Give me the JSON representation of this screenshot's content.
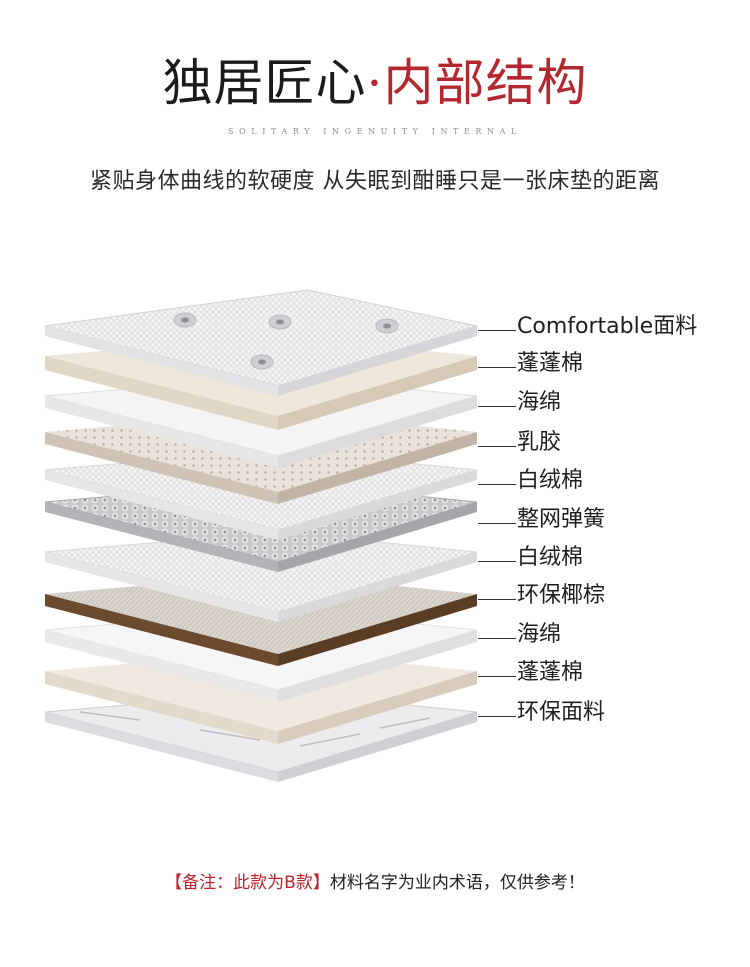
{
  "header": {
    "title_dark": "独居匠心",
    "title_dot": "·",
    "title_red": "内部结构",
    "subtitle_en": "SOLITARY INGENUITY INTERNAL",
    "tagline": "紧贴身体曲线的软硬度 从失眠到酣睡只是一张床垫的距离"
  },
  "layers": [
    {
      "label": "Comfortable面料",
      "icon": "quilted-fabric"
    },
    {
      "label": "蓬蓬棉",
      "icon": "cream-padding"
    },
    {
      "label": "海绵",
      "icon": "sponge"
    },
    {
      "label": "乳胶",
      "icon": "latex"
    },
    {
      "label": "白绒棉",
      "icon": "white-wool"
    },
    {
      "label": "整网弹簧",
      "icon": "spring-mesh"
    },
    {
      "label": "白绒棉",
      "icon": "white-wool"
    },
    {
      "label": "环保椰棕",
      "icon": "coconut-fiber"
    },
    {
      "label": "海绵",
      "icon": "sponge"
    },
    {
      "label": "蓬蓬棉",
      "icon": "cream-padding"
    },
    {
      "label": "环保面料",
      "icon": "eco-fabric"
    }
  ],
  "note": {
    "prefix": "【备注：此款为B款】",
    "text": "材料名字为业内术语，仅供参考！"
  },
  "colors": {
    "accent_red": "#b3272f",
    "text_dark": "#1b1b1b"
  }
}
